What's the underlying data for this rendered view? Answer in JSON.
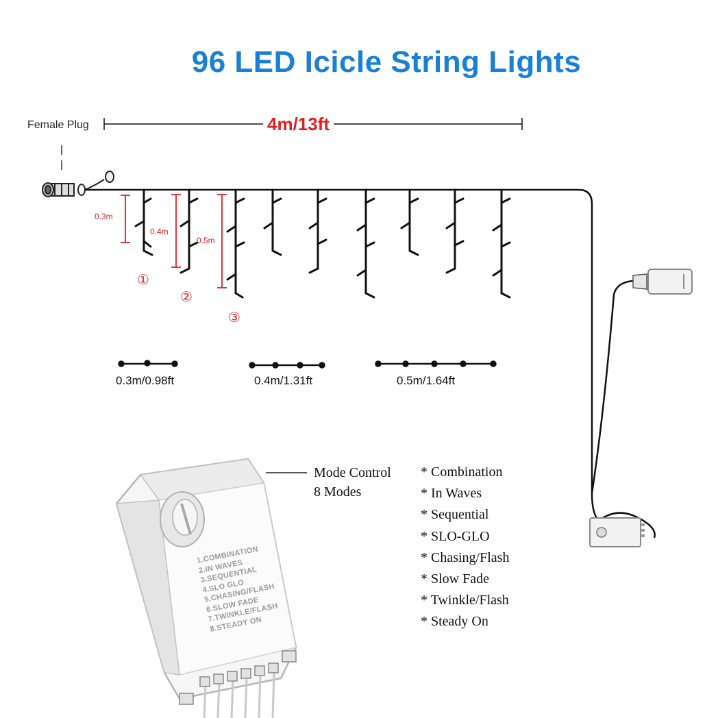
{
  "title": "96 LED Icicle String Lights",
  "plug_label": "Female Plug",
  "total_length": "4m/13ft",
  "drop_heights": [
    "0.3m",
    "0.4m",
    "0.5m"
  ],
  "drop_numbers": [
    "①",
    "②",
    "③"
  ],
  "segments": [
    "0.3m/0.98ft",
    "0.4m/1.31ft",
    "0.5m/1.64ft"
  ],
  "mode_control": {
    "label_line1": "Mode Control",
    "label_line2": "8 Modes",
    "modes": [
      "* Combination",
      "* In Waves",
      "* Sequential",
      "* SLO-GLO",
      "* Chasing/Flash",
      "* Slow Fade",
      "* Twinkle/Flash",
      "* Steady On"
    ]
  },
  "controller_printed_modes": [
    "1.COMBINATION",
    "2.IN WAVES",
    "3.SEQUENTIAL",
    "4.SLO GLO",
    "5.CHASING/FLASH",
    "6.SLOW FADE",
    "7.TWINKLE/FLASH",
    "8.STEADY ON"
  ],
  "colors": {
    "title": "#1a7fd6",
    "accent_red": "#e02020",
    "wire": "#111111"
  }
}
